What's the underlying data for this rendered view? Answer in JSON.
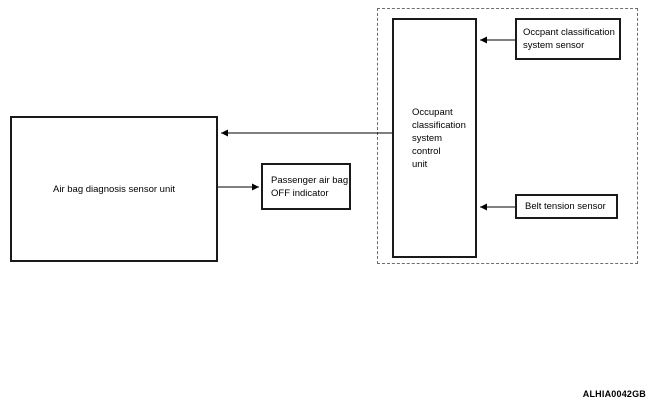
{
  "diagram": {
    "figure_id": "ALHIA0042GB",
    "nodes": {
      "airbag_unit": {
        "label": "Air bag diagnosis sensor unit"
      },
      "off_indicator": {
        "label": "Passenger air bag\nOFF indicator"
      },
      "ocs_control_unit": {
        "label": "Occupant\nclassification\nsystem\ncontrol\nunit"
      },
      "ocs_sensor": {
        "label": "Occpant classification\nsystem sensor"
      },
      "belt_tension_sensor": {
        "label": "Belt tension sensor"
      }
    },
    "edges": [
      {
        "from": "ocs_control_unit",
        "to": "airbag_unit",
        "style": "arrow"
      },
      {
        "from": "airbag_unit",
        "to": "off_indicator",
        "style": "arrow"
      },
      {
        "from": "ocs_sensor",
        "to": "ocs_control_unit",
        "style": "arrow"
      },
      {
        "from": "belt_tension_sensor",
        "to": "ocs_control_unit",
        "style": "arrow"
      }
    ],
    "colors": {
      "background": "#ffffff",
      "box_border": "#1a1a1a",
      "line": "#000000",
      "dashed_border": "#6e6e6e",
      "text": "#000000"
    }
  }
}
